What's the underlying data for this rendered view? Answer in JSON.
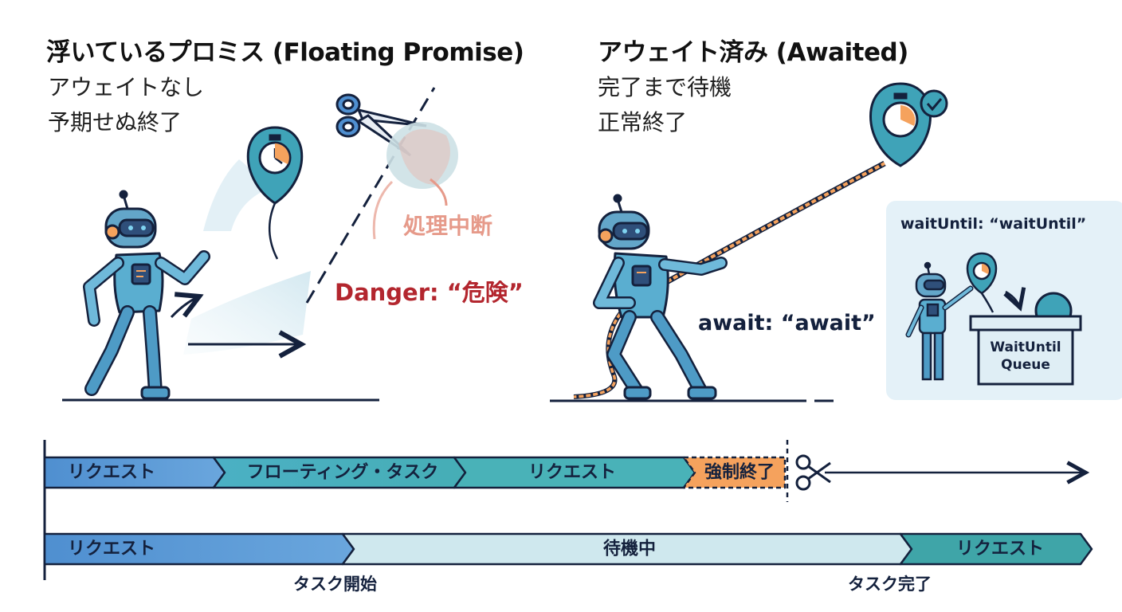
{
  "left_panel": {
    "title": "浮いているプロミス (Floating Promise)",
    "line1": "アウェイトなし",
    "line2": "予期せぬ終了",
    "interrupt_label": "処理中断",
    "danger_label": "Danger: “危険”"
  },
  "right_panel": {
    "title": "アウェイト済み (Awaited)",
    "line1": "完了まで待機",
    "line2": "正常終了",
    "await_label": "await: “await”",
    "inset_label": "waitUntil: “waitUntil”",
    "queue_line1": "WaitUntil",
    "queue_line2": "Queue"
  },
  "timeline_top": {
    "segments": [
      "リクエスト",
      "フローティング・タスク",
      "リクエスト",
      "強制終了"
    ]
  },
  "timeline_bottom": {
    "segments": [
      "リクエスト",
      "待機中",
      "リクエスト"
    ],
    "start_label": "タスク開始",
    "end_label": "タスク完了"
  },
  "colors": {
    "navy": "#14213d",
    "blue": "#5b9bd5",
    "teal": "#4db3bf",
    "light_teal": "#cfe8ee",
    "orange": "#f5a25d",
    "red": "#b3262e"
  }
}
